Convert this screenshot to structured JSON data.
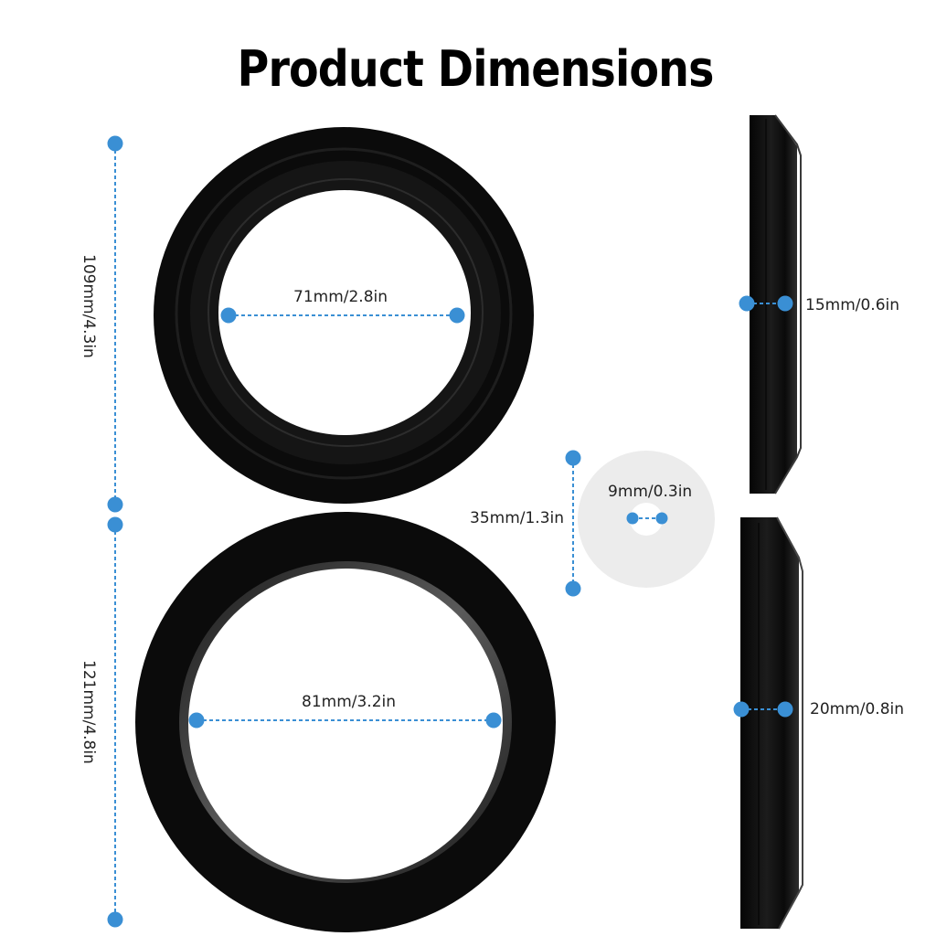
{
  "title": "Product Dimensions",
  "colors": {
    "marker": "#3a8fd4",
    "rubber": "#0d0d0d",
    "washer": "#eeeeee"
  },
  "dimensions": {
    "upper_ring_height": "109mm/4.3in",
    "upper_ring_inner": "71mm/2.8in",
    "lower_ring_height": "121mm/4.8in",
    "lower_ring_inner": "81mm/3.2in",
    "washer_outer": "35mm/1.3in",
    "washer_hole": "9mm/0.3in",
    "upper_ring_thickness": "15mm/0.6in",
    "lower_ring_thickness": "20mm/0.8in"
  }
}
